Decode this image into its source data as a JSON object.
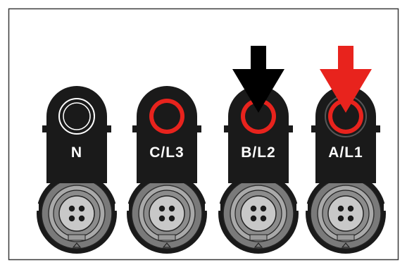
{
  "connectors": [
    {
      "label": "N",
      "ring_color": "#ffffff",
      "active": false
    },
    {
      "label": "C/L3",
      "ring_color": "#e8231d",
      "active": false
    },
    {
      "label": "B/L2",
      "ring_color": "#e8231d",
      "active": true,
      "arrow_color": "#000000"
    },
    {
      "label": "A/L1",
      "ring_color": "#e8231d",
      "active": true,
      "arrow_color": "#e8231d"
    }
  ],
  "colors": {
    "housing": "#1a1a1a",
    "plug_outer": "#7a7a7a",
    "plug_inner": "#a9a9a9",
    "plug_face": "#c8c8c8",
    "pin": "#1a1a1a",
    "frame": "#3a3a3a"
  }
}
